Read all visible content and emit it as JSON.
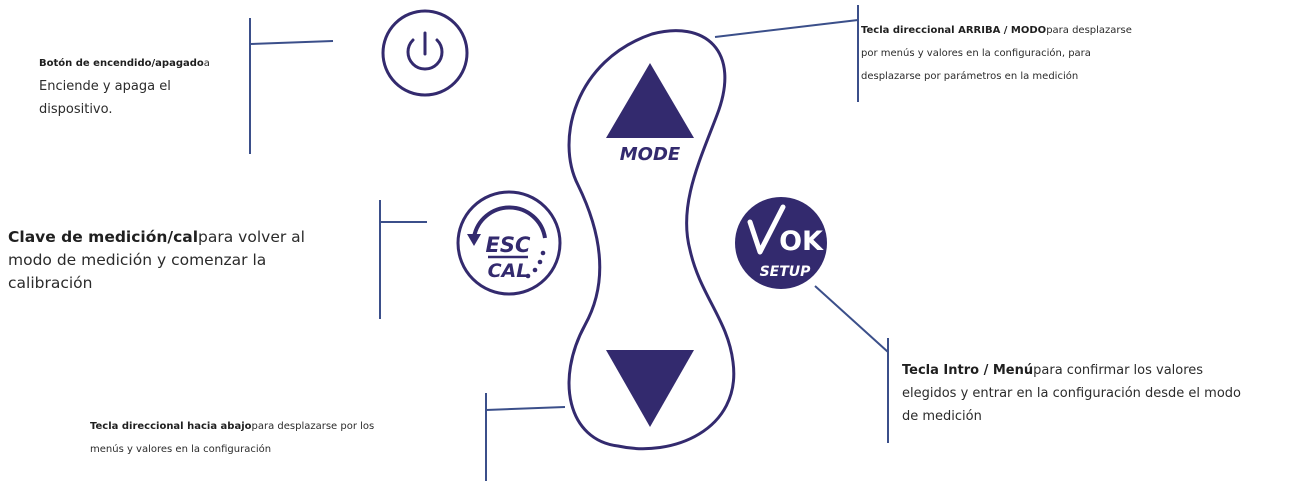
{
  "colors": {
    "accent": "#332a6e",
    "line": "#3b4f8a",
    "text": "#2b2b2b"
  },
  "keys": {
    "power": {
      "icon": "power-icon"
    },
    "esc_cal": {
      "top": "ESC",
      "bottom": "CAL",
      "icon": "circular-arrow-icon"
    },
    "mode": {
      "label": "MODE",
      "icon": "triangle-up-icon"
    },
    "ok_setup": {
      "top": "OK",
      "bottom": "SETUP",
      "icon": "checkmark-icon"
    },
    "down": {
      "icon": "triangle-down-icon"
    }
  },
  "labels": {
    "power": {
      "title": "Botón de encendido/apagado",
      "title_suffix": "a",
      "line1": "Enciende y apaga el",
      "line2": "dispositivo."
    },
    "up_mode": {
      "title": "Tecla direccional ARRIBA / MODO",
      "text1": "para desplazarse",
      "line2": "por menús y valores en la configuración, para",
      "line3": "desplazarse por parámetros en la medición"
    },
    "meas_cal": {
      "title": "Clave de medición/cal",
      "text1": "para volver al",
      "line2": "modo de medición y comenzar la",
      "line3": "calibración"
    },
    "enter_menu": {
      "title": "Tecla Intro / Menú",
      "text1": "para confirmar los valores",
      "line2": "elegidos y entrar en la configuración desde el modo",
      "line3": "de medición"
    },
    "down_key": {
      "title": "Tecla direccional hacia abajo",
      "text1": "para desplazarse por los",
      "line2": "menús y valores en la configuración"
    }
  }
}
